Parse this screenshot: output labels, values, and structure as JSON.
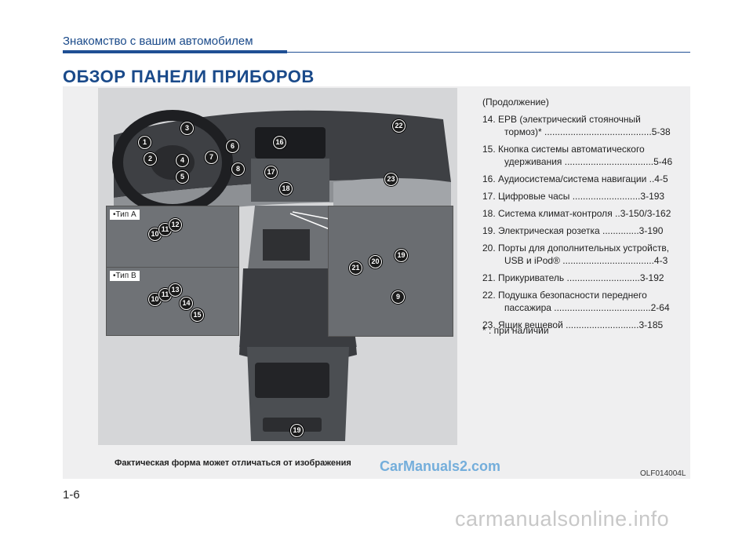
{
  "header": {
    "section_title": "Знакомство с вашим автомобилем",
    "page_heading": "ОБЗОР ПАНЕЛИ ПРИБОРОВ"
  },
  "figure": {
    "type_a_label": "•Тип A",
    "type_b_label": "•Тип B",
    "caption": "Фактическая форма может отличаться от изображения",
    "image_code": "OLF014004L",
    "callouts_main": [
      "1",
      "2",
      "3",
      "4",
      "5",
      "6",
      "7",
      "8",
      "16",
      "17",
      "18",
      "22",
      "23",
      "19"
    ],
    "callouts_type_a": [
      "10",
      "11",
      "12"
    ],
    "callouts_type_b": [
      "10",
      "11",
      "13",
      "14",
      "15"
    ],
    "callouts_right": [
      "20",
      "19",
      "21",
      "9"
    ]
  },
  "legend": {
    "continued": "(Продолжение)",
    "items": [
      {
        "line1": "14. EPB (электрический стояночный",
        "line2": "тормоз)* .........................................5-38"
      },
      {
        "line1": "15. Кнопка системы автоматического",
        "line2": "удерживания ..................................5-46"
      },
      {
        "line1": "16. Аудиосистема/система навигации ..4-5",
        "line2": ""
      },
      {
        "line1": "17. Цифровые часы ..........................3-193",
        "line2": ""
      },
      {
        "line1": "18. Система климат-контроля ..3-150/3-162",
        "line2": ""
      },
      {
        "line1": "19. Электрическая розетка ..............3-190",
        "line2": ""
      },
      {
        "line1": "20. Порты для дополнительных устройств,",
        "line2": "USB и iPod® ...................................4-3"
      },
      {
        "line1": "21. Прикуриватель ............................3-192",
        "line2": ""
      },
      {
        "line1": "22. Подушка безопасности переднего",
        "line2": "пассажира .....................................2-64"
      },
      {
        "line1": "23. Ящик вещевой ............................3-185",
        "line2": ""
      }
    ],
    "footnote": "* : при наличии"
  },
  "footer": {
    "page_number": "1-6",
    "watermark_top": "CarManuals2.com",
    "watermark_bottom": "carmanualsonline.info"
  },
  "colors": {
    "heading_blue": "#1a4a8a",
    "rule_blue": "#1f4f94",
    "panel_gray": "#efeff0"
  }
}
